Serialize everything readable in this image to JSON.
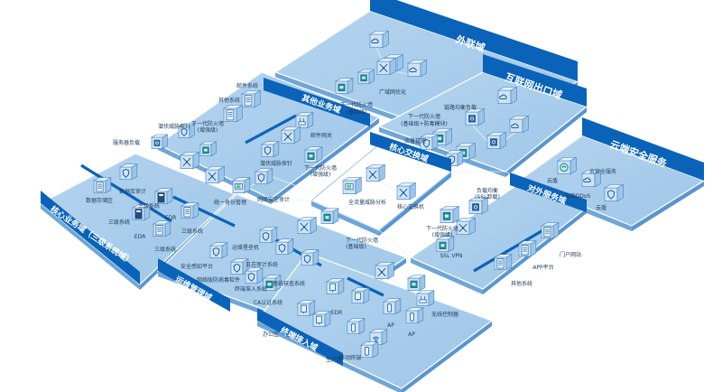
{
  "colors": {
    "platform": "#a9cdec",
    "platform_light": "#bfdaf2",
    "platform_line": "#e8f3fc",
    "banner": "#0a63b8",
    "banner_dark": "#084e93",
    "device_face": "#cfe3f5",
    "device_top": "#e6f1fb",
    "device_side": "#9ec4e6",
    "device_stroke": "#3f82c4",
    "bar": "#0a63b8",
    "text": "#1f3a5c"
  },
  "zones": {
    "external": {
      "title": "外联域",
      "labels": [
        "广域网优化",
        "下一代防火墙",
        "(基础级)"
      ]
    },
    "internet_exit": {
      "title": "互联网出口域",
      "labels": [
        "链路均衡负载",
        "下一代防火墙",
        "(基础级+防毒模块)",
        "流量管理"
      ]
    },
    "cloud_security": {
      "title": "云端安全服务",
      "labels": [
        "云盾",
        "云端DDoS",
        "云盾",
        "云安全服务"
      ]
    },
    "other_business": {
      "title": "其他业务域",
      "labels": [
        "邮件系统",
        "其他系统",
        "邮件网关",
        "潜伏威胁探针",
        "下一代防火墙",
        "(增强级)"
      ]
    },
    "core_switch": {
      "title": "核心交换域",
      "labels": [
        "全流量威胁分析",
        "核心交换机"
      ]
    },
    "external_service": {
      "title": "对外服务域",
      "labels": [
        "负载均衡",
        "(SSL卸载)",
        "下一代防火墙",
        "(增强级)",
        "SSL VPN",
        "门户网站",
        "APP平台",
        "其他系统"
      ]
    },
    "core_business": {
      "title": "核心业务域（三级系统域）",
      "labels": [
        "服务器负载",
        "潜伏威胁探针",
        "下一代防火墙",
        "(增强级)",
        "数据存储区",
        "数据库审计",
        "三级系统",
        "EDR",
        "三级系统",
        "EDR",
        "三级系统",
        "三级系统"
      ]
    },
    "ops_management": {
      "title": "运维管理域",
      "labels": [
        "统一身份管理",
        "网络安全审计",
        "运维堡垒机",
        "日志审计系统",
        "安全感知平台",
        "终端准入系统",
        "网络版防病毒软件",
        "CA认证系统",
        "基线核查系统"
      ]
    },
    "terminal_access": {
      "title": "终端接入域",
      "labels": [
        "下一代防火墙",
        "(基础级)",
        "EDR",
        "AP",
        "AP",
        "无线控制器",
        "移动终端",
        "办公区",
        "生产区"
      ]
    }
  }
}
